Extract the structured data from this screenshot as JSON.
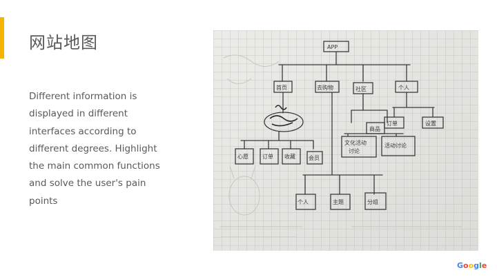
{
  "slide": {
    "title": "网站地图",
    "body": "Different information is displayed in different interfaces according to different degrees. Highlight the main common functions and solve the user's pain points",
    "accent_color": "#f4b400"
  },
  "sketch": {
    "root": "APP",
    "level1": [
      "首页",
      "去购物",
      "社区",
      "个人"
    ],
    "level2_left": [
      "心愿",
      "订单",
      "收藏",
      "会员"
    ],
    "level2_right": [
      "订单",
      "设置"
    ],
    "level2_center": [
      "文化活动",
      "商品",
      "讨论"
    ],
    "level3": [
      "个人",
      "主题",
      "分组"
    ]
  },
  "logo": {
    "text": "Google",
    "letters": [
      "G",
      "o",
      "o",
      "g",
      "l",
      "e"
    ]
  }
}
